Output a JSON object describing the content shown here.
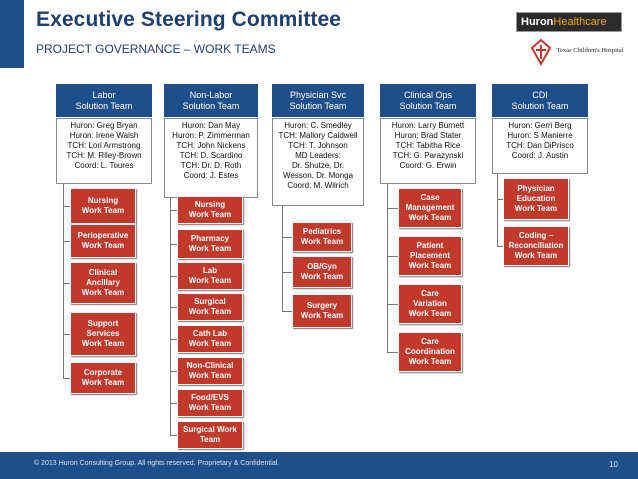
{
  "header": {
    "title": "Executive Steering Committee",
    "subtitle": "PROJECT GOVERNANCE – WORK TEAMS",
    "logo_huron_a": "Huron",
    "logo_huron_b": "Healthcare",
    "logo_tch": "Texas Children's Hospital"
  },
  "columns": [
    {
      "header": [
        "Labor",
        "Solution Team"
      ],
      "info": [
        "Huron: Greg Bryan",
        "Huron: Irene Walsh",
        "TCH: Lori Armstrong",
        "TCH: M. Riley-Brown",
        "Coord: L. Toures"
      ],
      "teams": [
        [
          "Nursing",
          "Work Team"
        ],
        [
          "Perioperative",
          "Work Team"
        ],
        [
          "Clinical",
          "Ancillary",
          "Work Team"
        ],
        [
          "Support",
          "Services",
          "Work Team"
        ],
        [
          "Corporate",
          "Work Team"
        ]
      ]
    },
    {
      "header": [
        "Non-Labor",
        "Solution Team"
      ],
      "info": [
        "Huron: Dan May",
        "Huron: P. Zimmerman",
        "TCH: John Nickens",
        "TCH: D. Scardino",
        "TCH: Dr. D. Roth",
        "Coord: J. Estes"
      ],
      "teams": [
        [
          "Nursing",
          "Work Team"
        ],
        [
          "Pharmacy",
          "Work Team"
        ],
        [
          "Lab",
          "Work Team"
        ],
        [
          "Surgical",
          "Work Team"
        ],
        [
          "Cath Lab",
          "Work Team"
        ],
        [
          "Non-Clinical",
          "Work Team"
        ],
        [
          "Food/EVS",
          "Work Team"
        ],
        [
          "Surgical Work",
          "Team"
        ]
      ]
    },
    {
      "header": [
        "Physician Svc",
        "Solution Team"
      ],
      "info": [
        "Huron: C. Smedley",
        "TCH: Mallory Caldwell",
        "TCH: T. Johnson",
        "MD Leaders:",
        "Dr. Shutze, Dr.",
        "Wesson, Dr. Monga",
        "Coord: M. Wilrich"
      ],
      "teams": [
        [
          "Pediatrics",
          "Work Team"
        ],
        [
          "OB/Gyn",
          "Work Team"
        ],
        [
          "Surgery",
          "Work Team"
        ]
      ]
    },
    {
      "header": [
        "Clinical Ops",
        "Solution Team"
      ],
      "info": [
        "Huron: Larry Burnett",
        "Huron: Brad Stater",
        "TCH: Tabitha Rice",
        "TCH: G. Parazynski",
        "Coord: G. Erwin"
      ],
      "teams": [
        [
          "Case",
          "Management",
          "Work Team"
        ],
        [
          "Patient",
          "Placement",
          "Work Team"
        ],
        [
          "Care",
          "Variation",
          "Work Team"
        ],
        [
          "Care",
          "Coordination",
          "Work Team"
        ]
      ]
    },
    {
      "header": [
        "CDI",
        "Solution Team"
      ],
      "info": [
        "Huron: Gerri Berg",
        "Huron: S Manierre",
        "TCH: Dan DiPrisco",
        "Coord: J. Austin"
      ],
      "teams": [
        [
          "Physician",
          "Education",
          "Work Team"
        ],
        [
          "Coding –",
          "Reconciliation",
          "Work Team"
        ]
      ]
    }
  ],
  "footer": {
    "text": "© 2013 Huron Consulting Group. All rights reserved. Proprietary & Confidential.",
    "page": "10"
  },
  "colors": {
    "header_blue": "#1f4f8a",
    "team_red": "#c0392b"
  }
}
